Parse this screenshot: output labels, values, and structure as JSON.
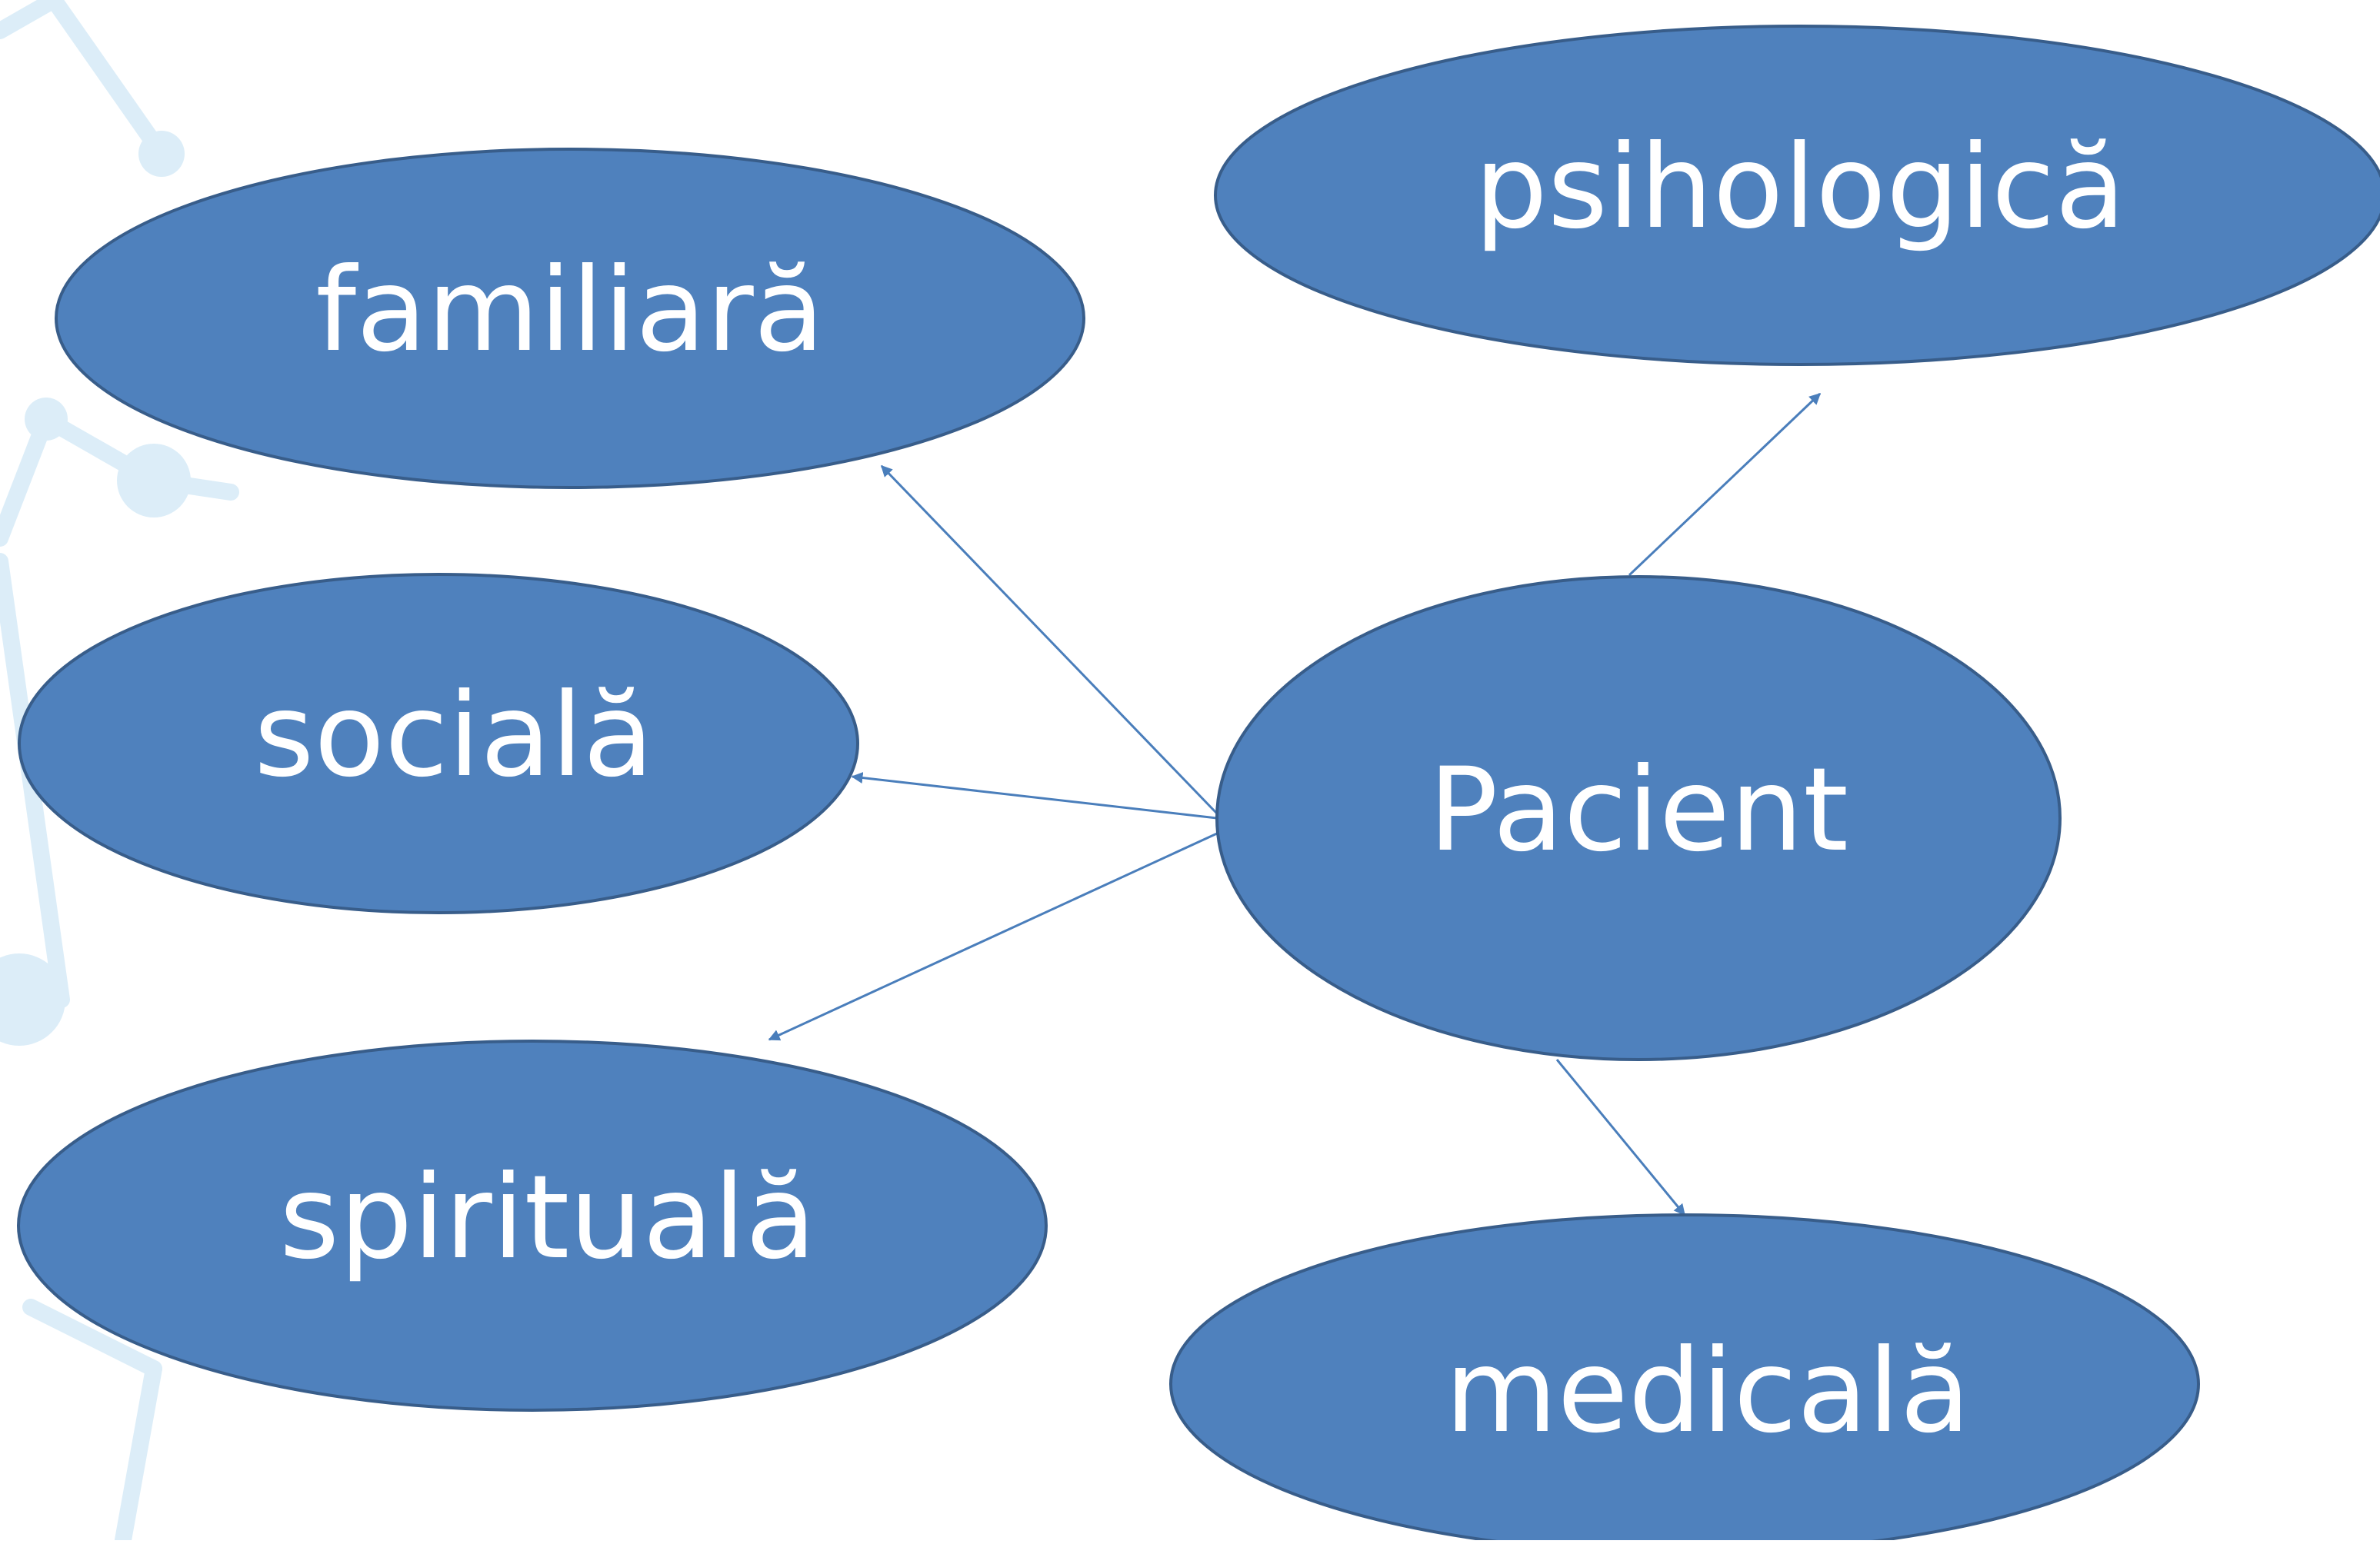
{
  "diagram": {
    "center": {
      "label": "Pacient"
    },
    "nodes": [
      {
        "id": "familiara",
        "label": "familiară"
      },
      {
        "id": "psihologica",
        "label": "psihologică"
      },
      {
        "id": "sociala",
        "label": "socială"
      },
      {
        "id": "spirituala",
        "label": "spirituală"
      },
      {
        "id": "medicala",
        "label": "medicală"
      }
    ],
    "colors": {
      "node_fill": "#4f81bd",
      "node_stroke": "#385d8a",
      "arrow": "#4a7ebb",
      "text": "#ffffff",
      "background_molecule": "#d6ebf7"
    }
  }
}
